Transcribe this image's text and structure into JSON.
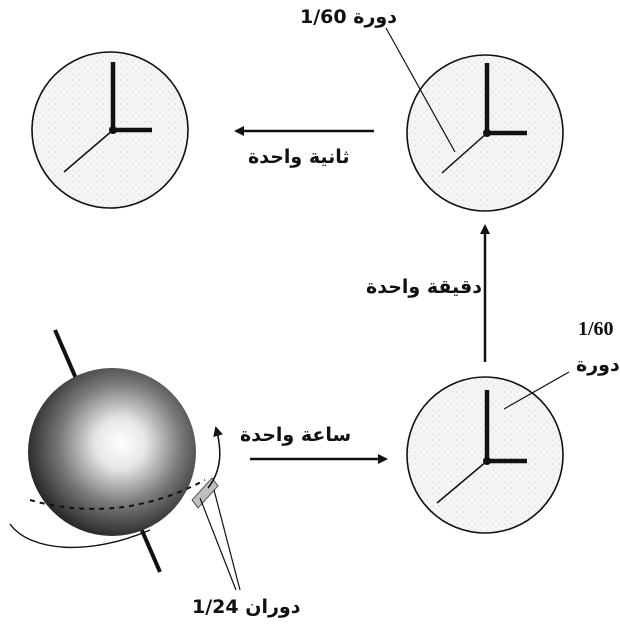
{
  "labels": {
    "second": "ثانية واحدة",
    "minute": "دقيقة واحدة",
    "hour": "ساعة واحدة",
    "top_revolution": "دورة 1/60",
    "right_fraction": "1/60",
    "right_revolution": "دورة",
    "earth_rotation": "دوران 1/24"
  },
  "colors": {
    "ink": "#111111",
    "clock_face": "#f3f3f3"
  }
}
